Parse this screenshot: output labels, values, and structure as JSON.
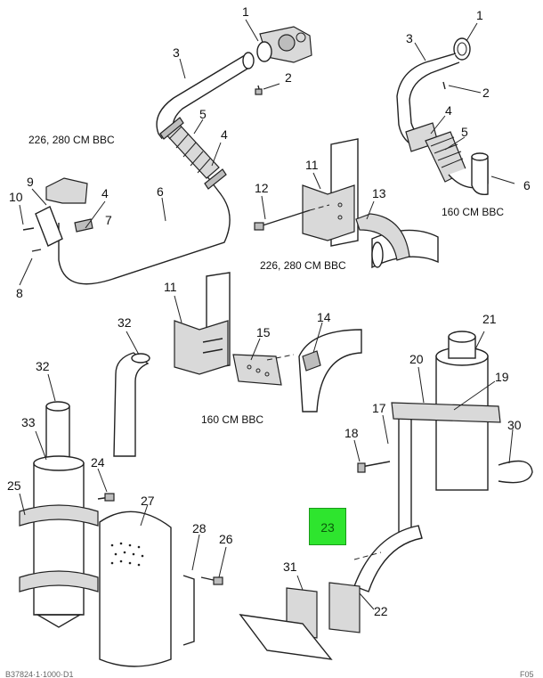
{
  "captions": {
    "top_left": "226, 280 CM BBC",
    "top_right": "160 CM BBC",
    "middle": "226, 280 CM BBC",
    "lower": "160 CM BBC"
  },
  "callouts": {
    "tl_1": "1",
    "tl_2": "2",
    "tl_3": "3",
    "tl_4a": "4",
    "tl_4b": "4",
    "tl_5": "5",
    "tl_6": "6",
    "tl_7": "7",
    "tl_8": "8",
    "tl_9": "9",
    "tl_10": "10",
    "tr_1": "1",
    "tr_2": "2",
    "tr_3": "3",
    "tr_4": "4",
    "tr_5": "5",
    "tr_6": "6",
    "m_11": "11",
    "m_12": "12",
    "m_13": "13",
    "l_11": "11",
    "l_14": "14",
    "l_15": "15",
    "l_32": "32",
    "bl_32": "32",
    "bl_33": "33",
    "bl_24": "24",
    "bl_25": "25",
    "bl_27": "27",
    "bl_28": "28",
    "bl_26": "26",
    "br_21": "21",
    "br_20": "20",
    "br_19": "19",
    "br_17": "17",
    "br_18": "18",
    "br_30": "30",
    "br_31": "31",
    "br_22": "22"
  },
  "highlight": {
    "label": "23",
    "color": "#2ee52e"
  },
  "footer": {
    "left": "B37824·1·1000·D1",
    "right": "F05"
  }
}
